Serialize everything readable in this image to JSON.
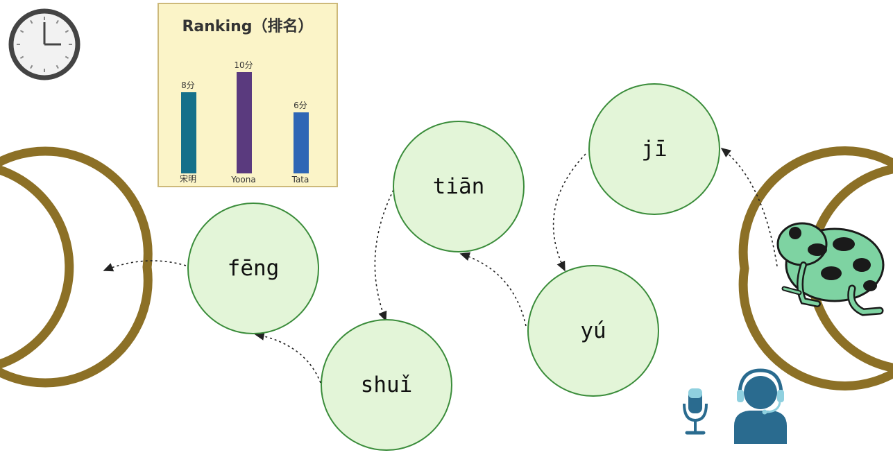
{
  "ranking": {
    "title": "Ranking（排名）",
    "chart_data": {
      "type": "bar",
      "categories": [
        "宋明",
        "Yoona",
        "Tata"
      ],
      "values": [
        8,
        10,
        6
      ],
      "value_labels": [
        "8分",
        "10分",
        "6分"
      ],
      "colors": [
        "#15708a",
        "#5a3a7e",
        "#2e66b5"
      ],
      "ylim": [
        0,
        10
      ]
    }
  },
  "nodes": [
    {
      "id": "feng",
      "label": "fēng"
    },
    {
      "id": "shui",
      "label": "shuǐ"
    },
    {
      "id": "tian",
      "label": "tiān"
    },
    {
      "id": "yu",
      "label": "yú"
    },
    {
      "id": "ji",
      "label": "jī"
    }
  ],
  "icons": {
    "clock": "clock-icon",
    "frog": "frog-icon",
    "microphone": "microphone-icon",
    "agent": "headset-agent-icon"
  },
  "colors": {
    "ring": "#8c7026",
    "node_fill": "#e3f5d8",
    "node_stroke": "#3a8c3a",
    "frog_body": "#7ed3a2",
    "icon_blue": "#2a6b8f"
  }
}
